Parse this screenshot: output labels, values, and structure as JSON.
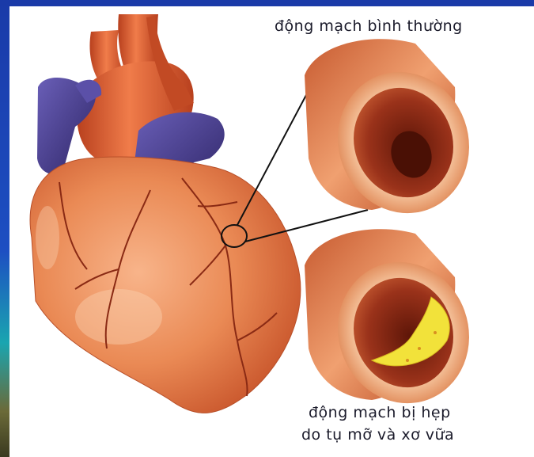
{
  "labels": {
    "normal_artery": "động mạch bình thường",
    "narrowed_artery_line1": "động mạch bị hẹp",
    "narrowed_artery_line2": "do tụ mỡ và xơ vữa"
  },
  "colors": {
    "background_border": "#1a3aa8",
    "heart_muscle": "#e8844e",
    "aorta": "#d9552a",
    "veins": "#4a3f8f",
    "artery_wall": "#d96a3e",
    "artery_lumen": "#8a2a18",
    "plaque": "#f2e23a"
  }
}
